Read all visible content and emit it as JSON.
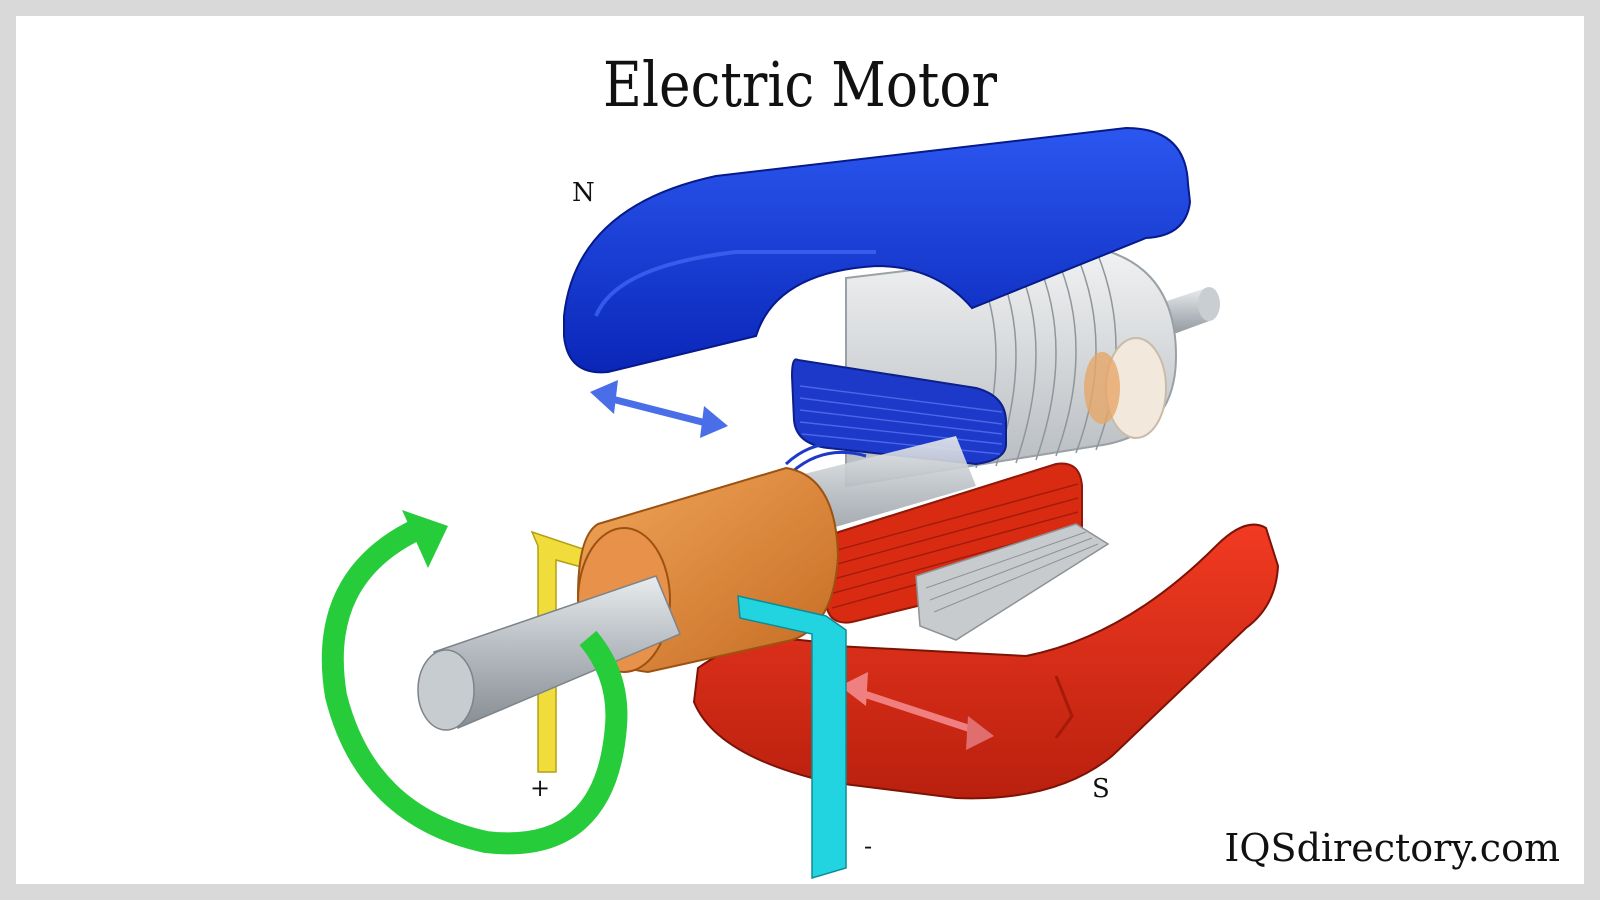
{
  "title": "Electric Motor",
  "labels": {
    "north": "N",
    "south": "S",
    "positive": "+",
    "negative": "-"
  },
  "brand": "IQSdirectory.com",
  "colors": {
    "north_magnet": "#0b2fd6",
    "south_magnet": "#e52612",
    "commutator": "#e2883a",
    "shaft": "#b9bfc4",
    "rotation_arrow": "#27cc3a",
    "positive_brush": "#f0dc3a",
    "negative_brush": "#22d4e0",
    "armature_coil_top": "#1d39c9",
    "armature_coil_bottom": "#d92a12"
  }
}
